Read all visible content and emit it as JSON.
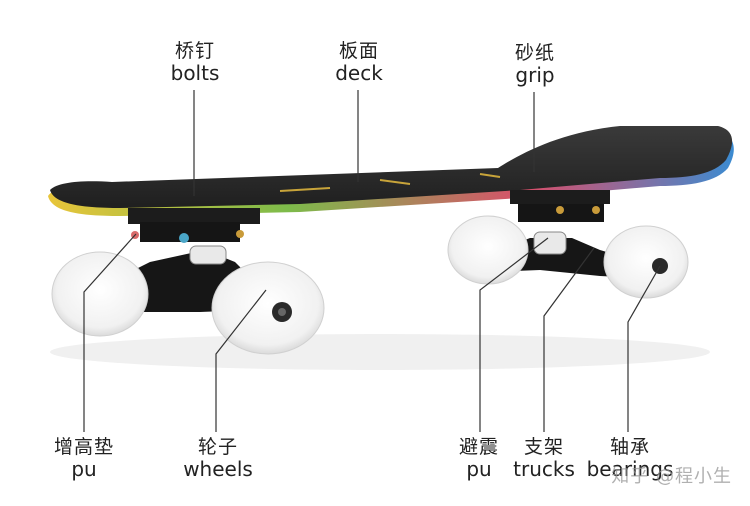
{
  "labels": {
    "bolts": {
      "zh": "桥钉",
      "en": "bolts"
    },
    "deck": {
      "zh": "板面",
      "en": "deck"
    },
    "grip": {
      "zh": "砂纸",
      "en": "grip"
    },
    "riser": {
      "zh": "增高垫",
      "en": "pu"
    },
    "wheels": {
      "zh": "轮子",
      "en": "wheels"
    },
    "bushing": {
      "zh": "避震",
      "en": "pu"
    },
    "trucks": {
      "zh": "支架",
      "en": "trucks"
    },
    "bearings": {
      "zh": "轴承",
      "en": "bearings"
    }
  },
  "watermark": "知乎 @程小生",
  "colors": {
    "deck_top": "#2b2b2b",
    "deck_edge_rainbow": [
      "#e8c53a",
      "#7dbb4a",
      "#d94f6b",
      "#3b8bd1"
    ],
    "truck": "#1a1a1a",
    "wheel": "#f4f4f4",
    "wheel_shade": "#d9d9d9",
    "leader_line": "#333333",
    "text": "#222222"
  }
}
